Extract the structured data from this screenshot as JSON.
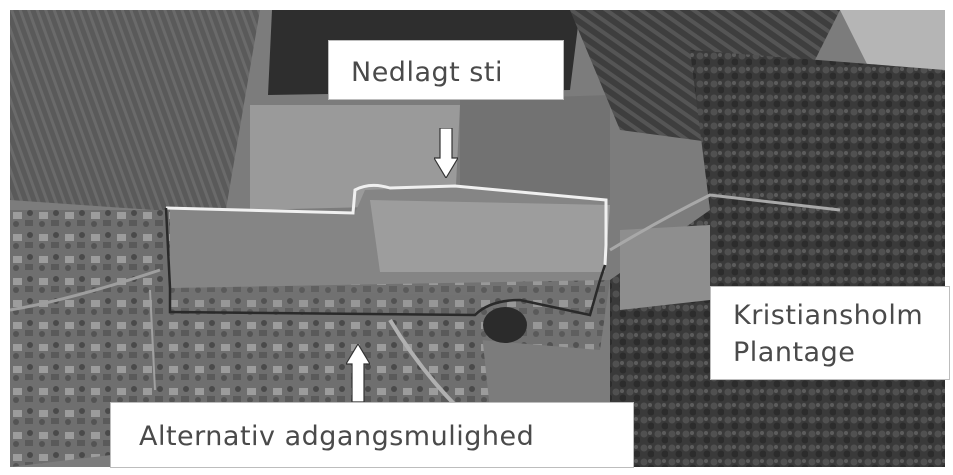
{
  "map": {
    "labels": {
      "closed_path": "Nedlagt sti",
      "plantation_line1": "Kristiansholm",
      "plantation_line2": "Plantage",
      "alternative_access": "Alternativ adgangsmulighed"
    },
    "colors": {
      "path_line": "#f0f0f0",
      "boundary_line": "#2a2a2a",
      "arrow": "#ffffff"
    }
  }
}
